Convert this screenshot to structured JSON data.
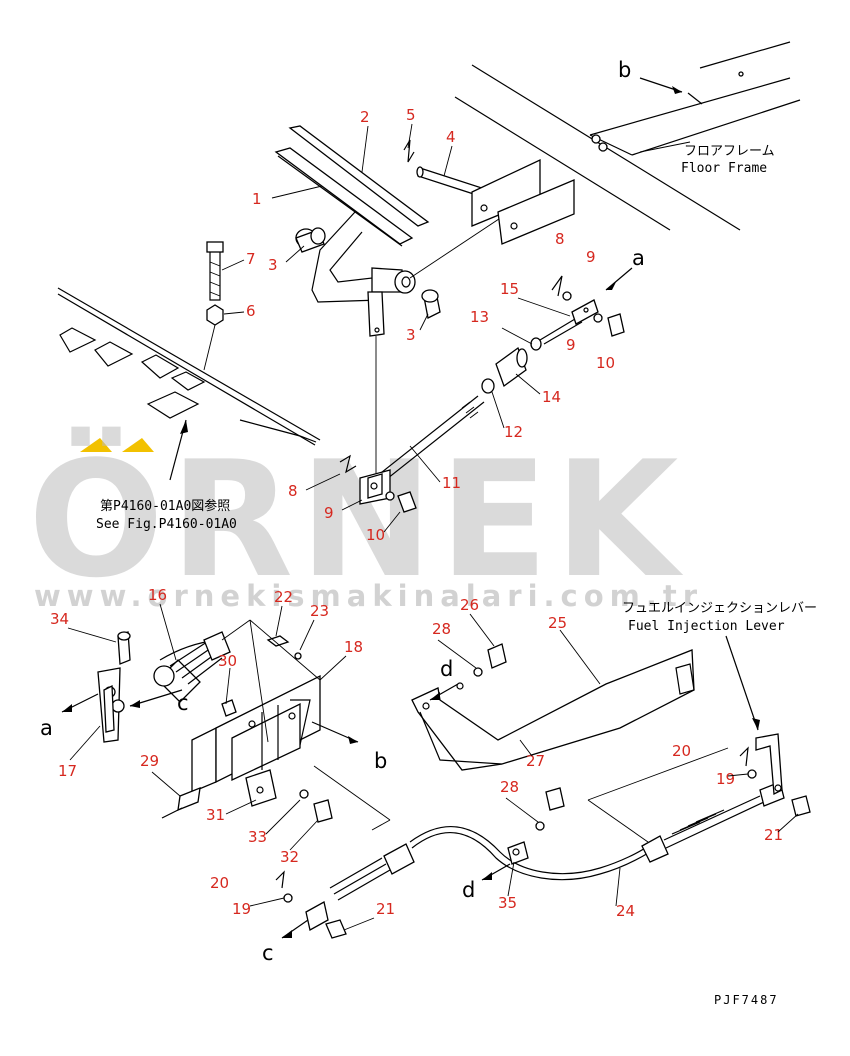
{
  "watermark": {
    "brand": "ÖRNEK",
    "url": "www.ornekismakinalari.com.tr",
    "accent_color": "#f2c100"
  },
  "floor_frame": {
    "label_jp": "フロアフレーム",
    "label_en": "Floor Frame"
  },
  "fuel_lever": {
    "label_jp": "フュエルインジェクションレバー",
    "label_en": "Fuel Injection Lever"
  },
  "see_fig": {
    "label_jp": "第P4160-01A0図参照",
    "label_en": "See Fig.P4160-01A0"
  },
  "drawing_code": "PJF7487",
  "colors": {
    "part_number": "#d6281f",
    "line": "#000000"
  },
  "letters": [
    "a",
    "b",
    "c",
    "d"
  ],
  "part_numbers": [
    "1",
    "2",
    "3",
    "3",
    "4",
    "5",
    "6",
    "7",
    "8",
    "9",
    "9",
    "10",
    "8",
    "9",
    "10",
    "11",
    "12",
    "13",
    "14",
    "15",
    "16",
    "17",
    "18",
    "19",
    "19",
    "20",
    "20",
    "21",
    "21",
    "22",
    "23",
    "24",
    "25",
    "26",
    "27",
    "28",
    "28",
    "29",
    "30",
    "31",
    "32",
    "33",
    "34",
    "35"
  ]
}
